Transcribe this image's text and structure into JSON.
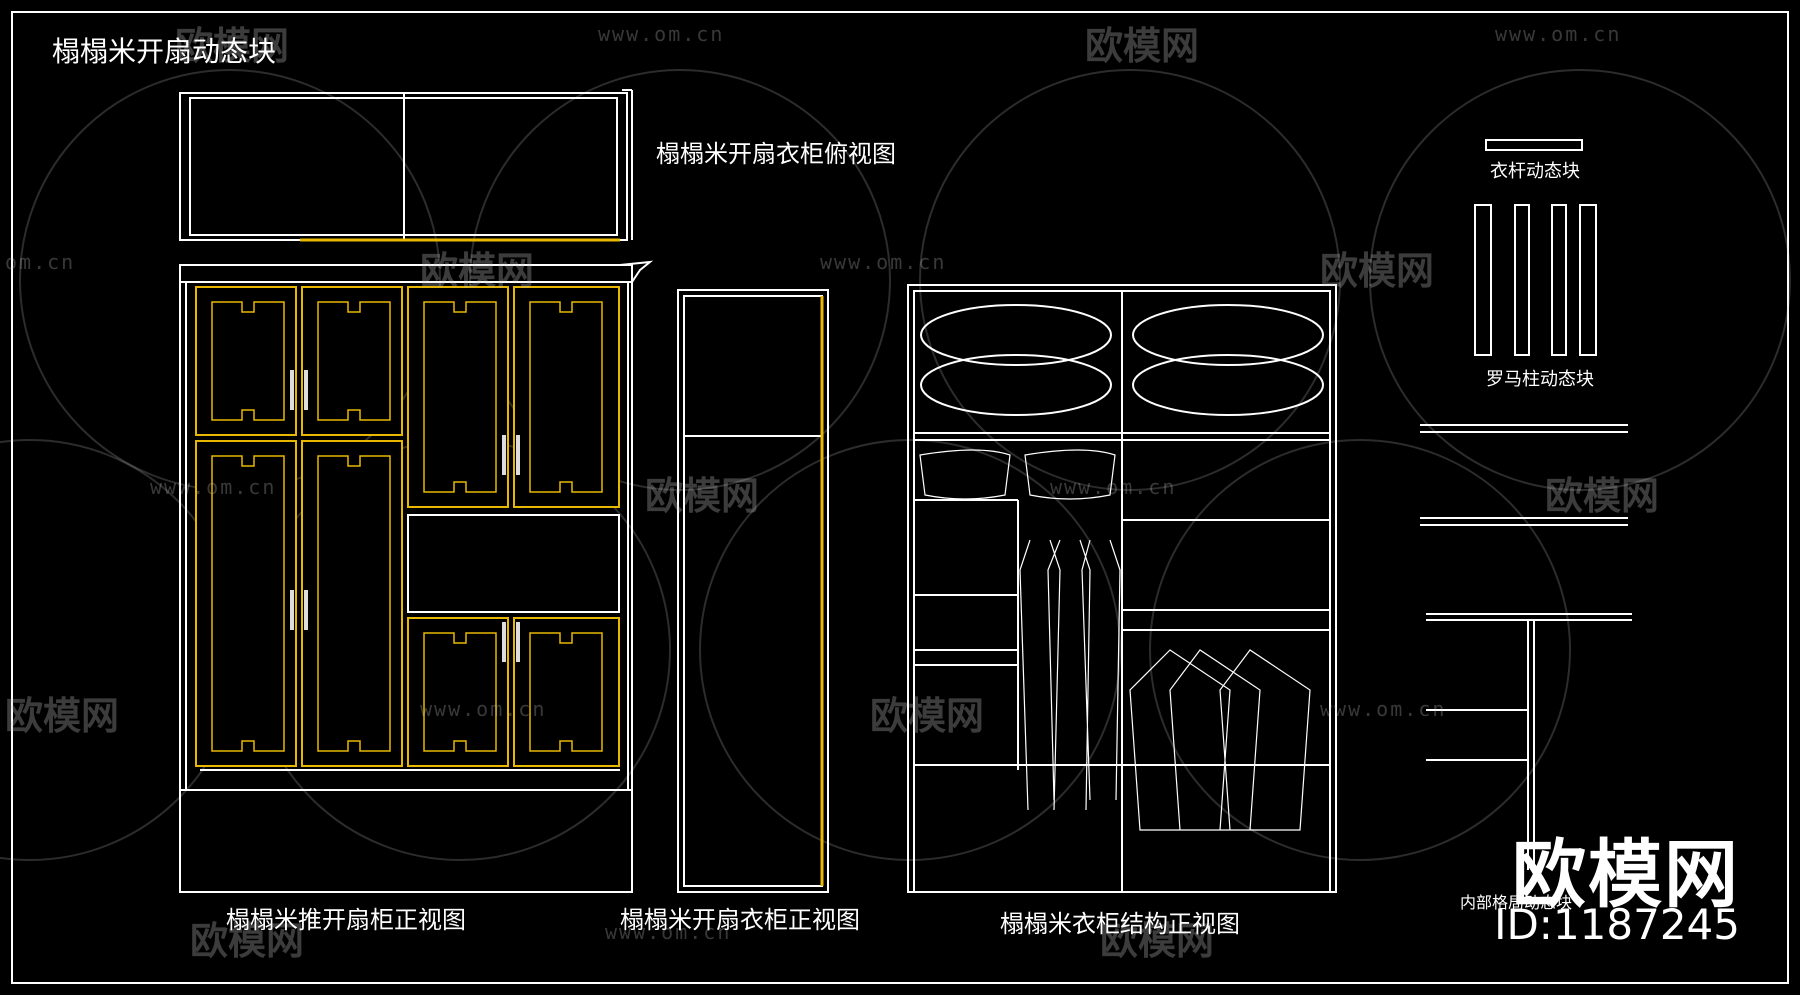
{
  "title": "榻榻米开扇动态块",
  "labels": {
    "top_view": "榻榻米开扇衣柜俯视图",
    "push_door_front": "榻榻米推开扇柜正视图",
    "door_front": "榻榻米开扇衣柜正视图",
    "structure_front": "榻榻米衣柜结构正视图",
    "hanging_rod_block": "衣杆动态块",
    "roman_column_block": "罗马柱动态块",
    "interior_grid_block": "内部格局动态块"
  },
  "watermark": {
    "site_text": "www.om.cn",
    "site_short": "om.cn",
    "logo_text": "欧模网"
  },
  "brand": {
    "logo_text": "欧模网",
    "id_text": "ID:1187245"
  },
  "colors": {
    "background": "#000000",
    "line": "#ffffff",
    "accent": "#e8b800"
  }
}
